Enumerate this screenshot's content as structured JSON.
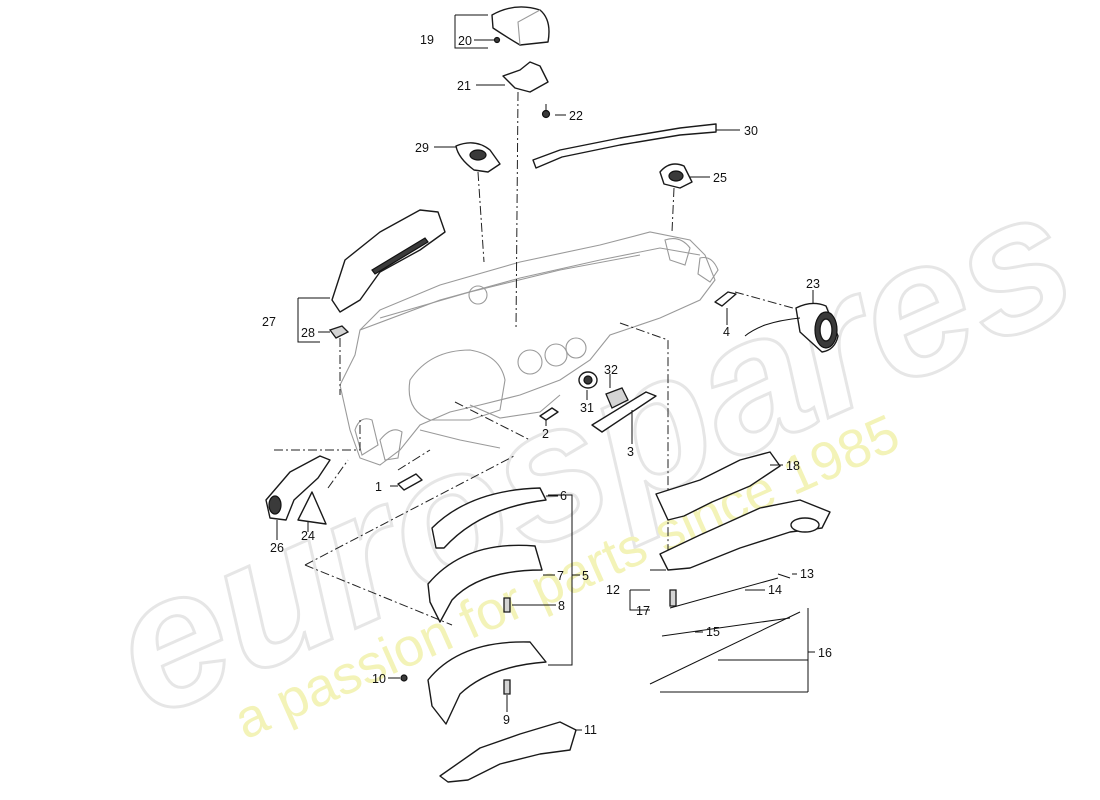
{
  "diagram": {
    "callouts": [
      "1",
      "2",
      "3",
      "4",
      "5",
      "6",
      "7",
      "8",
      "9",
      "10",
      "11",
      "12",
      "13",
      "14",
      "15",
      "16",
      "17",
      "18",
      "19",
      "20",
      "21",
      "22",
      "23",
      "24",
      "25",
      "26",
      "27",
      "28",
      "29",
      "30",
      "31",
      "32"
    ],
    "watermark": {
      "logo": "eurospares",
      "tagline": "a passion for parts since 1985"
    },
    "colors": {
      "line": "#1a1a1a",
      "watermark_logo": "#e6e6e6",
      "watermark_tagline": "#f3f3b8"
    }
  }
}
